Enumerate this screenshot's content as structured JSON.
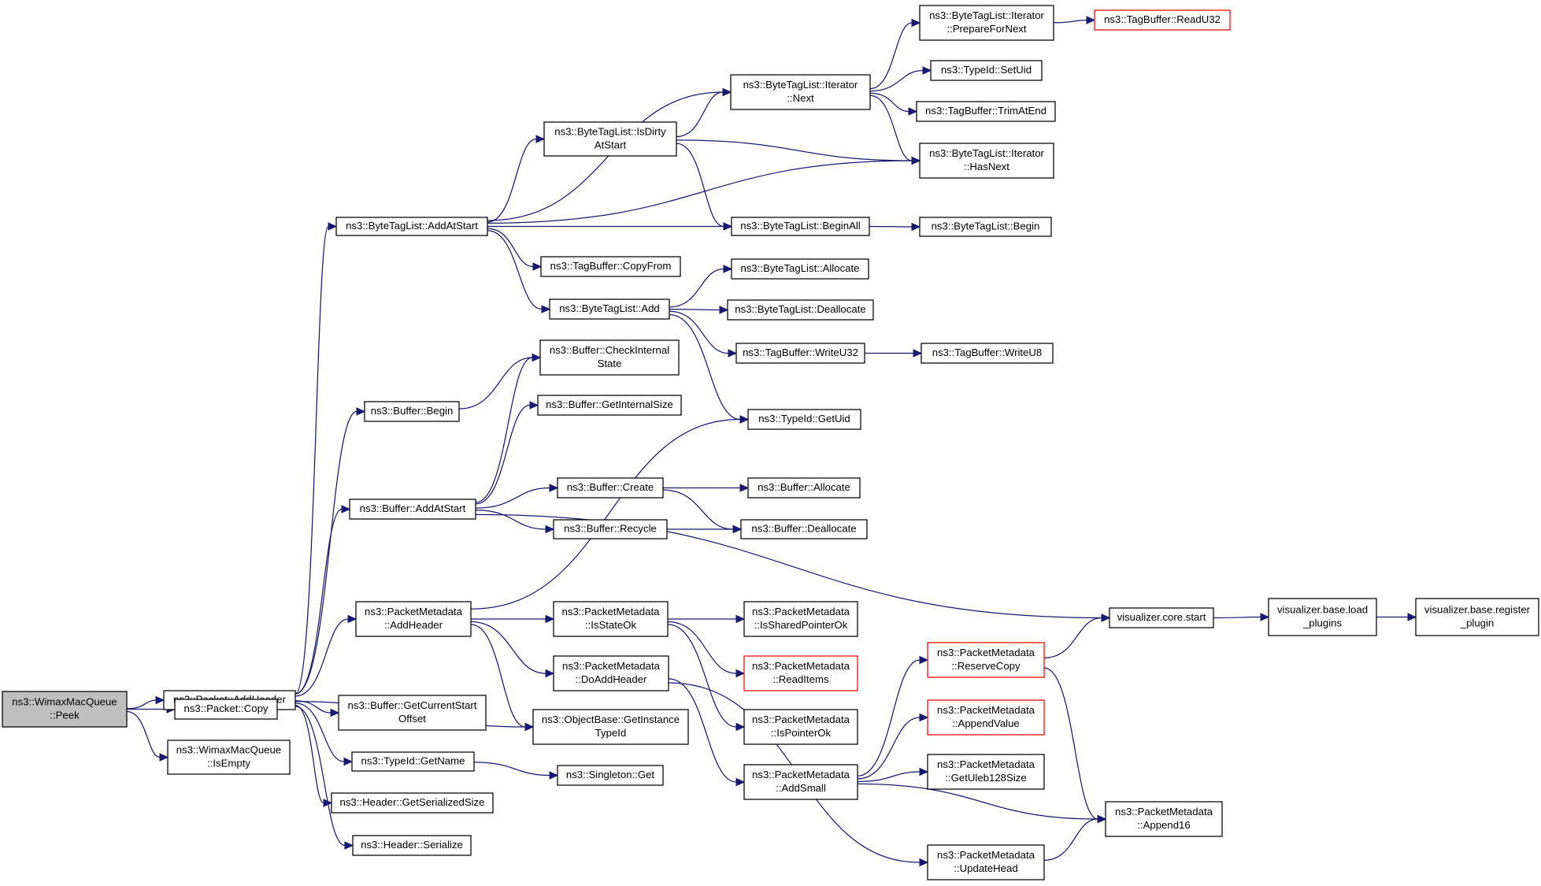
{
  "diagram": {
    "title": "",
    "colors": {
      "edge": "#191970",
      "root_fill": "#bfbfbf",
      "node_border": "#000000",
      "truncated_border": "#ff0000",
      "background": "#ffffff"
    },
    "nodes": [
      {
        "id": "peek",
        "lines": [
          "ns3::WimaxMacQueue",
          "::Peek"
        ],
        "style": "root"
      },
      {
        "id": "addheader",
        "lines": [
          "ns3::Packet::AddHeader"
        ],
        "style": "normal"
      },
      {
        "id": "copy",
        "lines": [
          "ns3::Packet::Copy"
        ],
        "style": "normal"
      },
      {
        "id": "isempty",
        "lines": [
          "ns3::WimaxMacQueue",
          "::IsEmpty"
        ],
        "style": "normal"
      },
      {
        "id": "btl_addatstart",
        "lines": [
          "ns3::ByteTagList::AddAtStart"
        ],
        "style": "normal"
      },
      {
        "id": "buf_begin",
        "lines": [
          "ns3::Buffer::Begin"
        ],
        "style": "normal"
      },
      {
        "id": "buf_addatstart",
        "lines": [
          "ns3::Buffer::AddAtStart"
        ],
        "style": "normal"
      },
      {
        "id": "pm_addheader",
        "lines": [
          "ns3::PacketMetadata",
          "::AddHeader"
        ],
        "style": "normal"
      },
      {
        "id": "buf_getcurstart",
        "lines": [
          "ns3::Buffer::GetCurrentStart",
          "Offset"
        ],
        "style": "normal"
      },
      {
        "id": "tid_getname",
        "lines": [
          "ns3::TypeId::GetName"
        ],
        "style": "normal"
      },
      {
        "id": "hdr_getsersize",
        "lines": [
          "ns3::Header::GetSerializedSize"
        ],
        "style": "normal"
      },
      {
        "id": "hdr_serialize",
        "lines": [
          "ns3::Header::Serialize"
        ],
        "style": "normal"
      },
      {
        "id": "btl_isdirty",
        "lines": [
          "ns3::ByteTagList::IsDirty",
          "AtStart"
        ],
        "style": "normal"
      },
      {
        "id": "tb_copyfrom",
        "lines": [
          "ns3::TagBuffer::CopyFrom"
        ],
        "style": "normal"
      },
      {
        "id": "btl_add",
        "lines": [
          "ns3::ByteTagList::Add"
        ],
        "style": "normal"
      },
      {
        "id": "buf_checkinternal",
        "lines": [
          "ns3::Buffer::CheckInternal",
          "State"
        ],
        "style": "normal"
      },
      {
        "id": "buf_getinternalsize",
        "lines": [
          "ns3::Buffer::GetInternalSize"
        ],
        "style": "normal"
      },
      {
        "id": "buf_create",
        "lines": [
          "ns3::Buffer::Create"
        ],
        "style": "normal"
      },
      {
        "id": "buf_recycle",
        "lines": [
          "ns3::Buffer::Recycle"
        ],
        "style": "normal"
      },
      {
        "id": "pm_isstateok",
        "lines": [
          "ns3::PacketMetadata",
          "::IsStateOk"
        ],
        "style": "normal"
      },
      {
        "id": "pm_doaddheader",
        "lines": [
          "ns3::PacketMetadata",
          "::DoAddHeader"
        ],
        "style": "normal"
      },
      {
        "id": "ob_getinstancetid",
        "lines": [
          "ns3::ObjectBase::GetInstance",
          "TypeId"
        ],
        "style": "normal"
      },
      {
        "id": "singleton_get",
        "lines": [
          "ns3::Singleton::Get"
        ],
        "style": "normal"
      },
      {
        "id": "btli_next",
        "lines": [
          "ns3::ByteTagList::Iterator",
          "::Next"
        ],
        "style": "normal"
      },
      {
        "id": "btl_beginall",
        "lines": [
          "ns3::ByteTagList::BeginAll"
        ],
        "style": "normal"
      },
      {
        "id": "btl_allocate",
        "lines": [
          "ns3::ByteTagList::Allocate"
        ],
        "style": "normal"
      },
      {
        "id": "btl_deallocate",
        "lines": [
          "ns3::ByteTagList::Deallocate"
        ],
        "style": "normal"
      },
      {
        "id": "tb_writeu32",
        "lines": [
          "ns3::TagBuffer::WriteU32"
        ],
        "style": "normal"
      },
      {
        "id": "tid_getuid",
        "lines": [
          "ns3::TypeId::GetUid"
        ],
        "style": "normal"
      },
      {
        "id": "buf_allocate",
        "lines": [
          "ns3::Buffer::Allocate"
        ],
        "style": "normal"
      },
      {
        "id": "buf_deallocate",
        "lines": [
          "ns3::Buffer::Deallocate"
        ],
        "style": "normal"
      },
      {
        "id": "pm_issharedptrok",
        "lines": [
          "ns3::PacketMetadata",
          "::IsSharedPointerOk"
        ],
        "style": "normal"
      },
      {
        "id": "pm_readitems",
        "lines": [
          "ns3::PacketMetadata",
          "::ReadItems"
        ],
        "style": "truncated"
      },
      {
        "id": "pm_ispointerok",
        "lines": [
          "ns3::PacketMetadata",
          "::IsPointerOk"
        ],
        "style": "normal"
      },
      {
        "id": "pm_addsmall",
        "lines": [
          "ns3::PacketMetadata",
          "::AddSmall"
        ],
        "style": "normal"
      },
      {
        "id": "btli_preparefornext",
        "lines": [
          "ns3::ByteTagList::Iterator",
          "::PrepareForNext"
        ],
        "style": "normal"
      },
      {
        "id": "tid_setuid",
        "lines": [
          "ns3::TypeId::SetUid"
        ],
        "style": "normal"
      },
      {
        "id": "tb_trimatend",
        "lines": [
          "ns3::TagBuffer::TrimAtEnd"
        ],
        "style": "normal"
      },
      {
        "id": "btli_hasnext",
        "lines": [
          "ns3::ByteTagList::Iterator",
          "::HasNext"
        ],
        "style": "normal"
      },
      {
        "id": "btl_begin",
        "lines": [
          "ns3::ByteTagList::Begin"
        ],
        "style": "normal"
      },
      {
        "id": "tb_writeu8",
        "lines": [
          "ns3::TagBuffer::WriteU8"
        ],
        "style": "normal"
      },
      {
        "id": "pm_reservecopy",
        "lines": [
          "ns3::PacketMetadata",
          "::ReserveCopy"
        ],
        "style": "truncated"
      },
      {
        "id": "pm_appendvalue",
        "lines": [
          "ns3::PacketMetadata",
          "::AppendValue"
        ],
        "style": "truncated"
      },
      {
        "id": "pm_getuleb",
        "lines": [
          "ns3::PacketMetadata",
          "::GetUleb128Size"
        ],
        "style": "normal"
      },
      {
        "id": "pm_updatehead",
        "lines": [
          "ns3::PacketMetadata",
          "::UpdateHead"
        ],
        "style": "normal"
      },
      {
        "id": "tb_readu32",
        "lines": [
          "ns3::TagBuffer::ReadU32"
        ],
        "style": "truncated"
      },
      {
        "id": "vis_core_start",
        "lines": [
          "visualizer.core.start"
        ],
        "style": "normal"
      },
      {
        "id": "pm_append16",
        "lines": [
          "ns3::PacketMetadata",
          "::Append16"
        ],
        "style": "normal"
      },
      {
        "id": "vis_base_load",
        "lines": [
          "visualizer.base.load",
          "_plugins"
        ],
        "style": "normal"
      },
      {
        "id": "vis_base_register",
        "lines": [
          "visualizer.base.register",
          "_plugin"
        ],
        "style": "normal"
      }
    ],
    "edges": [
      [
        "peek",
        "addheader"
      ],
      [
        "peek",
        "copy"
      ],
      [
        "peek",
        "isempty"
      ],
      [
        "addheader",
        "btl_addatstart"
      ],
      [
        "addheader",
        "buf_begin"
      ],
      [
        "addheader",
        "buf_addatstart"
      ],
      [
        "addheader",
        "pm_addheader"
      ],
      [
        "addheader",
        "buf_getcurstart"
      ],
      [
        "addheader",
        "tid_getname"
      ],
      [
        "addheader",
        "hdr_getsersize"
      ],
      [
        "addheader",
        "hdr_serialize"
      ],
      [
        "addheader",
        "ob_getinstancetid"
      ],
      [
        "btl_addatstart",
        "btli_next"
      ],
      [
        "btl_addatstart",
        "btl_isdirty"
      ],
      [
        "btl_addatstart",
        "btli_hasnext"
      ],
      [
        "btl_addatstart",
        "btl_beginall"
      ],
      [
        "btl_addatstart",
        "tb_copyfrom"
      ],
      [
        "btl_addatstart",
        "btl_add"
      ],
      [
        "btl_isdirty",
        "btli_next"
      ],
      [
        "btl_isdirty",
        "btli_hasnext"
      ],
      [
        "btl_isdirty",
        "btl_beginall"
      ],
      [
        "btli_next",
        "btli_preparefornext"
      ],
      [
        "btli_next",
        "tid_setuid"
      ],
      [
        "btli_next",
        "tb_trimatend"
      ],
      [
        "btli_next",
        "btli_hasnext"
      ],
      [
        "btli_preparefornext",
        "tb_readu32"
      ],
      [
        "btl_beginall",
        "btl_begin"
      ],
      [
        "btl_add",
        "btl_allocate"
      ],
      [
        "btl_add",
        "btl_deallocate"
      ],
      [
        "btl_add",
        "tb_writeu32"
      ],
      [
        "btl_add",
        "tid_getuid"
      ],
      [
        "tb_writeu32",
        "tb_writeu8"
      ],
      [
        "buf_begin",
        "buf_checkinternal"
      ],
      [
        "buf_addatstart",
        "buf_checkinternal"
      ],
      [
        "buf_addatstart",
        "buf_getinternalsize"
      ],
      [
        "buf_addatstart",
        "buf_create"
      ],
      [
        "buf_addatstart",
        "buf_recycle"
      ],
      [
        "buf_addatstart",
        "vis_core_start"
      ],
      [
        "buf_create",
        "buf_allocate"
      ],
      [
        "buf_create",
        "buf_deallocate"
      ],
      [
        "buf_recycle",
        "buf_deallocate"
      ],
      [
        "pm_addheader",
        "tid_getuid"
      ],
      [
        "pm_addheader",
        "pm_isstateok"
      ],
      [
        "pm_addheader",
        "pm_doaddheader"
      ],
      [
        "pm_addheader",
        "ob_getinstancetid"
      ],
      [
        "pm_isstateok",
        "pm_issharedptrok"
      ],
      [
        "pm_isstateok",
        "pm_readitems"
      ],
      [
        "pm_isstateok",
        "pm_ispointerok"
      ],
      [
        "pm_doaddheader",
        "pm_addsmall"
      ],
      [
        "pm_doaddheader",
        "pm_updatehead"
      ],
      [
        "pm_addsmall",
        "pm_reservecopy"
      ],
      [
        "pm_addsmall",
        "pm_appendvalue"
      ],
      [
        "pm_addsmall",
        "pm_getuleb"
      ],
      [
        "pm_addsmall",
        "pm_append16"
      ],
      [
        "pm_reservecopy",
        "vis_core_start"
      ],
      [
        "pm_reservecopy",
        "pm_append16"
      ],
      [
        "pm_updatehead",
        "pm_append16"
      ],
      [
        "tid_getname",
        "singleton_get"
      ],
      [
        "vis_core_start",
        "vis_base_load"
      ],
      [
        "vis_base_load",
        "vis_base_register"
      ]
    ]
  }
}
